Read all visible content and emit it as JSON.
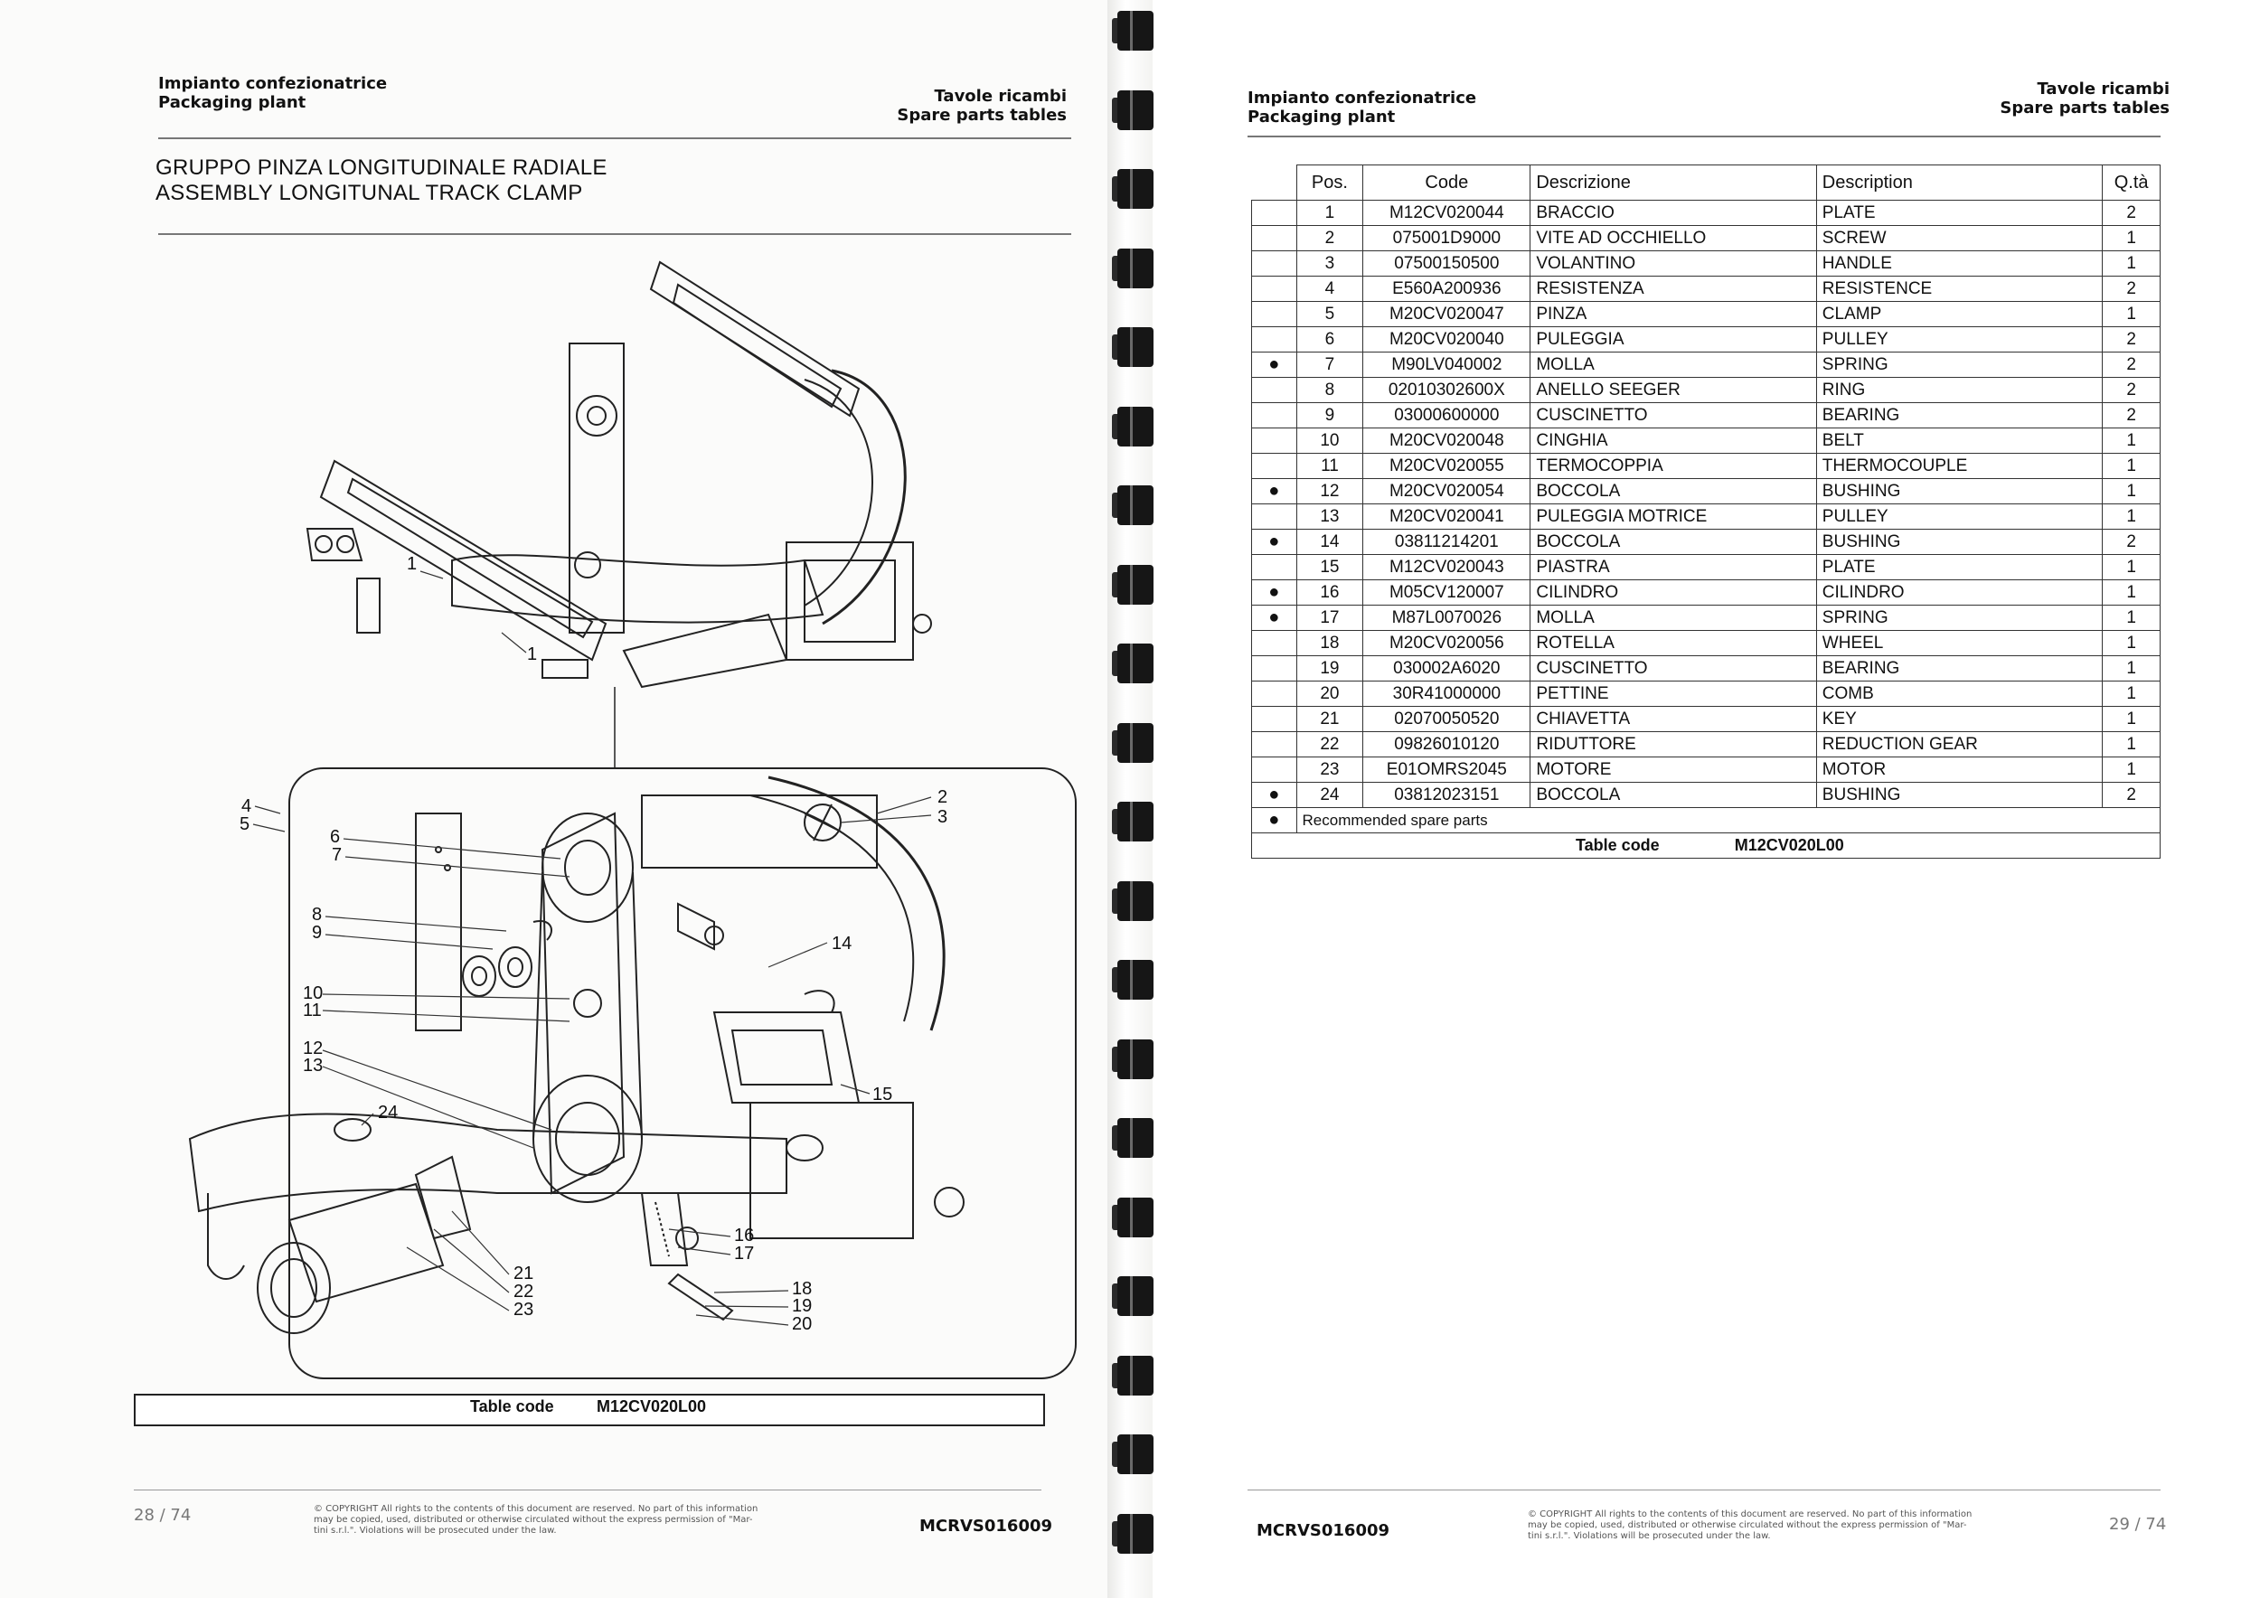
{
  "left_page": {
    "header_left": [
      "Impianto confezionatrice",
      "Packaging plant"
    ],
    "header_right": [
      "Tavole ricambi",
      "Spare parts tables"
    ],
    "title": [
      "GRUPPO PINZA LONGITUDINALE RADIALE",
      "ASSEMBLY LONGITUNAL TRACK CLAMP"
    ],
    "callouts": [
      "1",
      "1",
      "2",
      "3",
      "4",
      "5",
      "6",
      "7",
      "8",
      "9",
      "10",
      "11",
      "12",
      "13",
      "14",
      "15",
      "16",
      "17",
      "18",
      "19",
      "20",
      "21",
      "22",
      "23",
      "24"
    ],
    "table_code_label": "Table code",
    "table_code_value": "M12CV020L00",
    "page_number": "28 / 74",
    "copyright": [
      "© COPYRIGHT All rights to the contents of this document are reserved. No part of this information",
      "may be copied, used, distributed or otherwise circulated without the express permission of \"Mar-",
      "tini s.r.l.\". Violations will be prosecuted under the law."
    ],
    "doc_code": "MCRVS016009"
  },
  "right_page": {
    "header_left": [
      "Impianto confezionatrice",
      "Packaging plant"
    ],
    "header_right": [
      "Tavole ricambi",
      "Spare parts tables"
    ],
    "table_headers": [
      "Pos.",
      "Code",
      "Descrizione",
      "Description",
      "Q.tà"
    ],
    "rows": [
      {
        "rec": false,
        "pos": "1",
        "code": "M12CV020044",
        "desc_it": "BRACCIO",
        "desc_en": "PLATE",
        "qty": "2"
      },
      {
        "rec": false,
        "pos": "2",
        "code": "075001D9000",
        "desc_it": "VITE AD OCCHIELLO",
        "desc_en": "SCREW",
        "qty": "1"
      },
      {
        "rec": false,
        "pos": "3",
        "code": "07500150500",
        "desc_it": "VOLANTINO",
        "desc_en": "HANDLE",
        "qty": "1"
      },
      {
        "rec": false,
        "pos": "4",
        "code": "E560A200936",
        "desc_it": "RESISTENZA",
        "desc_en": "RESISTENCE",
        "qty": "2"
      },
      {
        "rec": false,
        "pos": "5",
        "code": "M20CV020047",
        "desc_it": "PINZA",
        "desc_en": "CLAMP",
        "qty": "1"
      },
      {
        "rec": false,
        "pos": "6",
        "code": "M20CV020040",
        "desc_it": "PULEGGIA",
        "desc_en": "PULLEY",
        "qty": "2"
      },
      {
        "rec": true,
        "pos": "7",
        "code": "M90LV040002",
        "desc_it": "MOLLA",
        "desc_en": "SPRING",
        "qty": "2"
      },
      {
        "rec": false,
        "pos": "8",
        "code": "02010302600X",
        "desc_it": "ANELLO SEEGER",
        "desc_en": "RING",
        "qty": "2"
      },
      {
        "rec": false,
        "pos": "9",
        "code": "03000600000",
        "desc_it": "CUSCINETTO",
        "desc_en": "BEARING",
        "qty": "2"
      },
      {
        "rec": false,
        "pos": "10",
        "code": "M20CV020048",
        "desc_it": "CINGHIA",
        "desc_en": "BELT",
        "qty": "1"
      },
      {
        "rec": false,
        "pos": "11",
        "code": "M20CV020055",
        "desc_it": "TERMOCOPPIA",
        "desc_en": "THERMOCOUPLE",
        "qty": "1"
      },
      {
        "rec": true,
        "pos": "12",
        "code": "M20CV020054",
        "desc_it": "BOCCOLA",
        "desc_en": "BUSHING",
        "qty": "1"
      },
      {
        "rec": false,
        "pos": "13",
        "code": "M20CV020041",
        "desc_it": "PULEGGIA MOTRICE",
        "desc_en": "PULLEY",
        "qty": "1"
      },
      {
        "rec": true,
        "pos": "14",
        "code": "03811214201",
        "desc_it": "BOCCOLA",
        "desc_en": "BUSHING",
        "qty": "2"
      },
      {
        "rec": false,
        "pos": "15",
        "code": "M12CV020043",
        "desc_it": "PIASTRA",
        "desc_en": "PLATE",
        "qty": "1"
      },
      {
        "rec": true,
        "pos": "16",
        "code": "M05CV120007",
        "desc_it": "CILINDRO",
        "desc_en": "CILINDRO",
        "qty": "1"
      },
      {
        "rec": true,
        "pos": "17",
        "code": "M87L0070026",
        "desc_it": "MOLLA",
        "desc_en": "SPRING",
        "qty": "1"
      },
      {
        "rec": false,
        "pos": "18",
        "code": "M20CV020056",
        "desc_it": "ROTELLA",
        "desc_en": "WHEEL",
        "qty": "1"
      },
      {
        "rec": false,
        "pos": "19",
        "code": "030002A6020",
        "desc_it": "CUSCINETTO",
        "desc_en": "BEARING",
        "qty": "1"
      },
      {
        "rec": false,
        "pos": "20",
        "code": "30R41000000",
        "desc_it": "PETTINE",
        "desc_en": "COMB",
        "qty": "1"
      },
      {
        "rec": false,
        "pos": "21",
        "code": "02070050520",
        "desc_it": "CHIAVETTA",
        "desc_en": "KEY",
        "qty": "1"
      },
      {
        "rec": false,
        "pos": "22",
        "code": "09826010120",
        "desc_it": "RIDUTTORE",
        "desc_en": "REDUCTION GEAR",
        "qty": "1"
      },
      {
        "rec": false,
        "pos": "23",
        "code": "E01OMRS2045",
        "desc_it": "MOTORE",
        "desc_en": "MOTOR",
        "qty": "1"
      },
      {
        "rec": true,
        "pos": "24",
        "code": "03812023151",
        "desc_it": "BOCCOLA",
        "desc_en": "BUSHING",
        "qty": "2"
      }
    ],
    "bullet": "●",
    "recommended_note": "Recommended spare parts",
    "table_code_label": "Table code",
    "table_code_value": "M12CV020L00",
    "doc_code": "MCRVS016009",
    "copyright": [
      "© COPYRIGHT All rights to the contents of this document are reserved. No part of this information",
      "may be copied, used, distributed or otherwise circulated without the express permission of \"Mar-",
      "tini s.r.l.\". Violations will be prosecuted under the law."
    ],
    "page_number": "29 / 74"
  }
}
